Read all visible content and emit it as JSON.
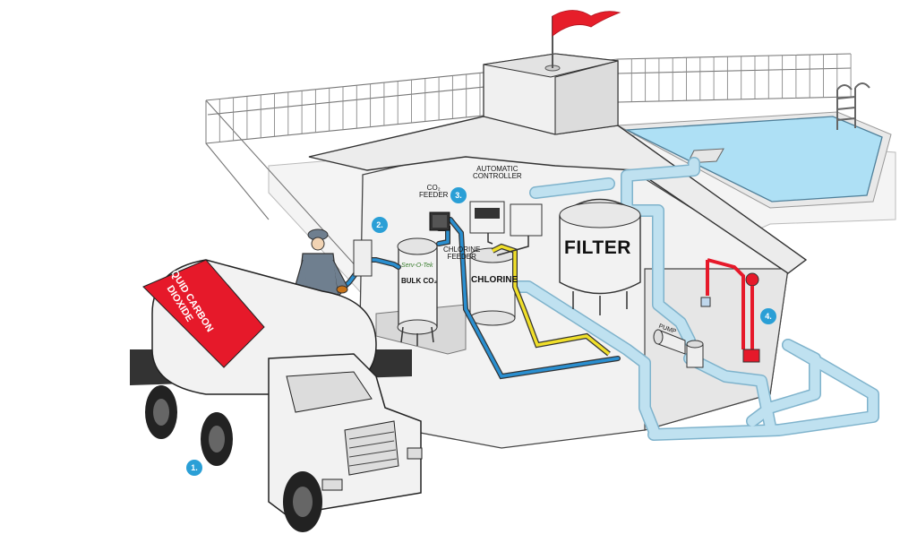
{
  "colors": {
    "pipe": "#bfe1f0",
    "pipe_outline": "#7fb3cc",
    "co2_line": "#2a8fd0",
    "chlorine_line": "#f0df2a",
    "tank_red": "#e6192a",
    "pool_water": "#aee0f5",
    "step_badge": "#2a9fd6",
    "flag": "#e61e2a",
    "worker_uniform": "#6f7f8f",
    "glove": "#c8741a"
  },
  "labels": {
    "truck_tank": "LIQUID CARBON DIOXIDE",
    "co2_feeder": "CO₂\nFEEDER",
    "auto_controller": "AUTOMATIC\nCONTROLLER",
    "chlorine_feeder": "CHLORINE\nFEEDER",
    "chlorine": "CHLORINE",
    "bulk_co2": "BULK CO₂",
    "brand": "Serv-O-Tek",
    "filter": "FILTER",
    "pump": "PUMP"
  },
  "steps": {
    "s1": "1.",
    "s2": "2.",
    "s3": "3.",
    "s4": "4."
  }
}
